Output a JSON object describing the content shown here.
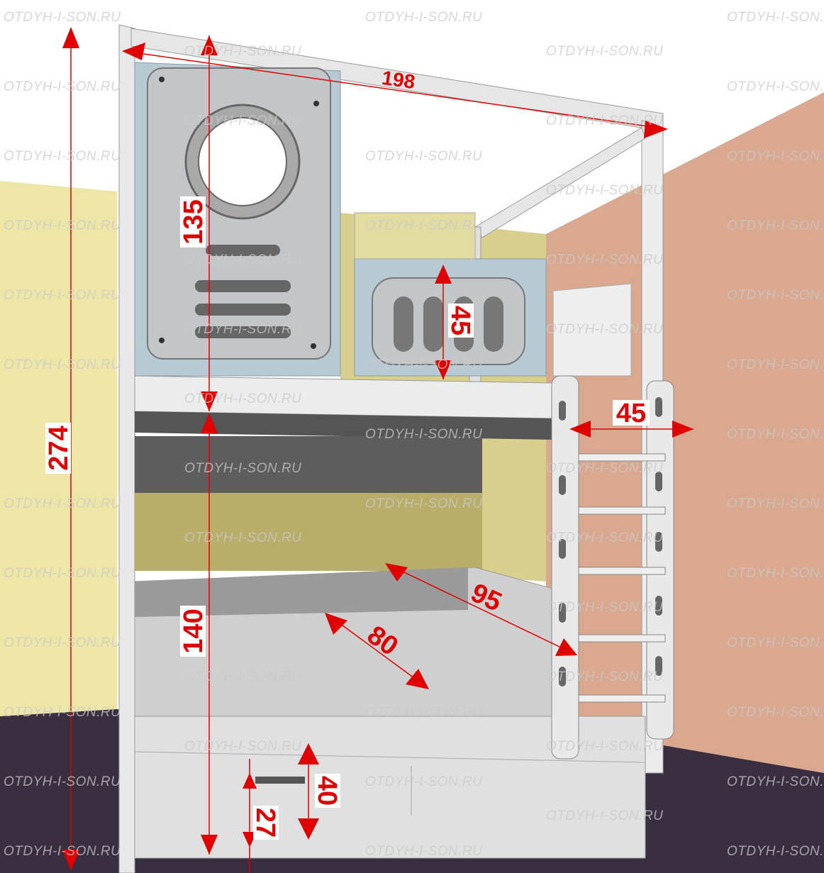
{
  "watermark": "OTDYH-I-SON.RU",
  "dimensions": {
    "total_height": "274",
    "total_length": "198",
    "upper_tier_height": "135",
    "lower_tier_height": "140",
    "side_panel_height": "45",
    "ladder_width": "45",
    "upper_bed_width": "95",
    "lower_bed_width": "80",
    "drawer_height": "40",
    "drawer_floor_clearance": "27"
  },
  "colors": {
    "dimension": "#e00000",
    "left_wall": "#ede6a6",
    "right_wall": "#d9a88e",
    "floor": "#3a2f40",
    "bed_frame": "#e4e4e4",
    "panel": "#b7c9d3"
  }
}
